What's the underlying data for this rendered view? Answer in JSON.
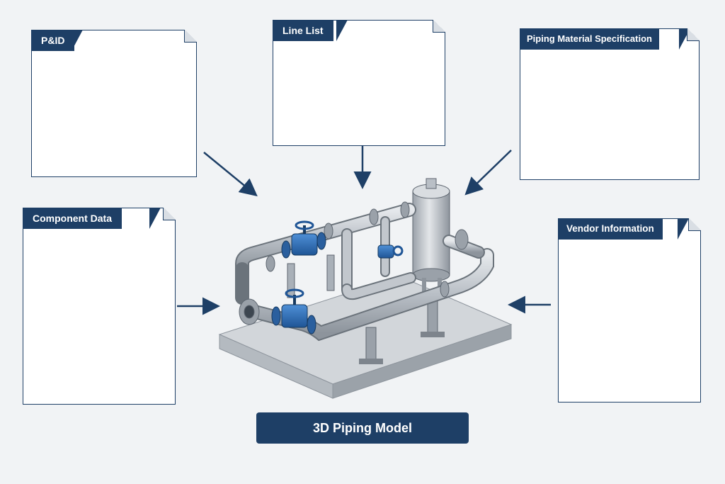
{
  "diagram": {
    "center_label": "3D Piping Model",
    "colors": {
      "navy": "#1e3f66",
      "accent_blue": "#2e6db4",
      "steel": "#a9b0b8",
      "background": "#f1f3f5"
    },
    "sources": [
      {
        "id": "pid",
        "title": "P&ID"
      },
      {
        "id": "line-list",
        "title": "Line List"
      },
      {
        "id": "pms",
        "title": "Piping Material Specification"
      },
      {
        "id": "component-data",
        "title": "Component Data"
      },
      {
        "id": "vendor-info",
        "title": "Vendor Information"
      }
    ],
    "icons": {
      "pms": [
        "pipe-icon",
        "elbow-icon",
        "cross-fitting-icon",
        "flange-icon"
      ],
      "component_data": [
        "gate-valve-icon",
        "flange-icon",
        "pump-motor-icon",
        "control-valve-icon"
      ],
      "vendor": [
        "person-icon",
        "document-icon",
        "factory-icon",
        "truck-icon"
      ]
    }
  }
}
